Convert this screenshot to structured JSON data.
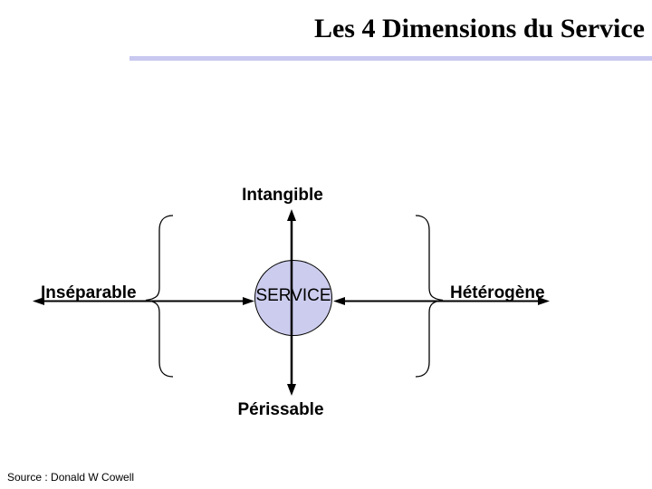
{
  "slide": {
    "title": "Les 4 Dimensions du Service",
    "source": "Source : Donald W Cowell"
  },
  "diagram": {
    "center_label": "SERVICE",
    "dimensions": {
      "top": "Intangible",
      "bottom": "Périssable",
      "left": "Inséparable",
      "right": "Hétérogène"
    },
    "colors": {
      "circle_fill": "#ccccee",
      "accent_bar": "#c8c8f0",
      "line": "#000000",
      "text": "#000000"
    }
  }
}
